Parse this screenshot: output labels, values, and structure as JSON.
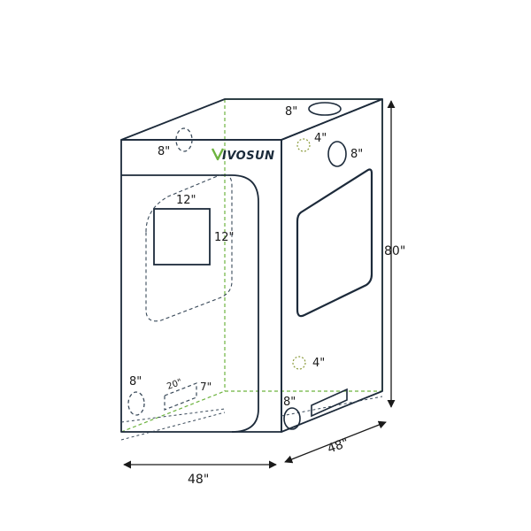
{
  "brand": {
    "text": "IVOSUN",
    "leaf_color": "#6db33f"
  },
  "colors": {
    "outline": "#1c2a3a",
    "frame": "#6db33f",
    "dashed_dark": "#3a4a5a"
  },
  "dimensions": {
    "height": "80\"",
    "width": "48\"",
    "depth": "48\""
  },
  "ports": {
    "top_left_vent": "8\"",
    "top_right_vent": "8\"",
    "side_upper_small": "4\"",
    "side_upper_large": "8\"",
    "side_lower_small": "4\"",
    "side_bottom_vent": "8\"",
    "front_bottom_vent": "8\""
  },
  "window": {
    "width": "12\"",
    "height": "12\""
  },
  "tray": {
    "length": "20\"",
    "width": "7\""
  }
}
